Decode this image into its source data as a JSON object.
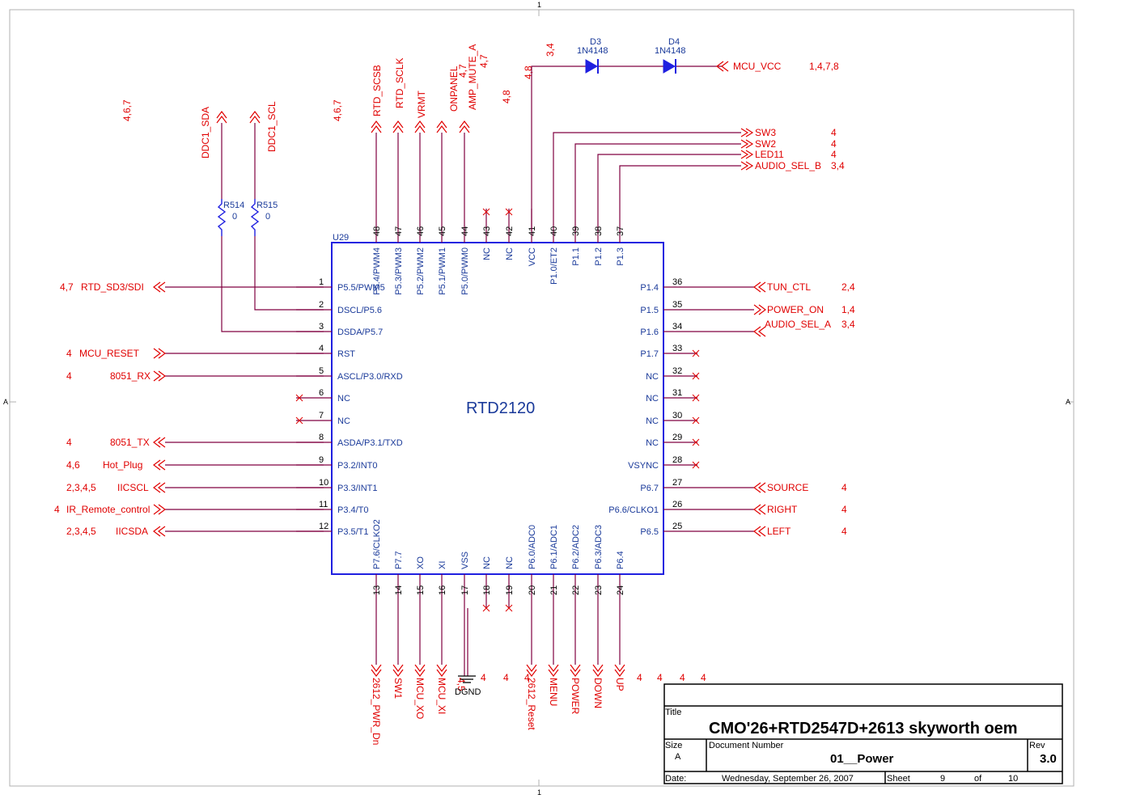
{
  "border": {
    "top_label": "1",
    "bottom_label": "1",
    "left_label": "A",
    "right_label": "A"
  },
  "chip": {
    "ref": "U29",
    "name": "RTD2120",
    "left_pins": [
      {
        "num": "1",
        "label": "P5.5/PWM5"
      },
      {
        "num": "2",
        "label": "DSCL/P5.6"
      },
      {
        "num": "3",
        "label": "DSDA/P5.7"
      },
      {
        "num": "4",
        "label": "RST"
      },
      {
        "num": "5",
        "label": "ASCL/P3.0/RXD"
      },
      {
        "num": "6",
        "label": "NC"
      },
      {
        "num": "7",
        "label": "NC"
      },
      {
        "num": "8",
        "label": "ASDA/P3.1/TXD"
      },
      {
        "num": "9",
        "label": "P3.2/INT0"
      },
      {
        "num": "10",
        "label": "P3.3/INT1"
      },
      {
        "num": "11",
        "label": "P3.4/T0"
      },
      {
        "num": "12",
        "label": "P3.5/T1"
      }
    ],
    "right_pins": [
      {
        "num": "36",
        "label": "P1.4"
      },
      {
        "num": "35",
        "label": "P1.5"
      },
      {
        "num": "34",
        "label": "P1.6"
      },
      {
        "num": "33",
        "label": "P1.7"
      },
      {
        "num": "32",
        "label": "NC"
      },
      {
        "num": "31",
        "label": "NC"
      },
      {
        "num": "30",
        "label": "NC"
      },
      {
        "num": "29",
        "label": "NC"
      },
      {
        "num": "28",
        "label": "VSYNC"
      },
      {
        "num": "27",
        "label": "P6.7"
      },
      {
        "num": "26",
        "label": "P6.6/CLKO1"
      },
      {
        "num": "25",
        "label": "P6.5"
      }
    ],
    "top_pins": [
      {
        "num": "48",
        "label": "P5.4/PWM4"
      },
      {
        "num": "47",
        "label": "P5.3/PWM3"
      },
      {
        "num": "46",
        "label": "P5.2/PWM2"
      },
      {
        "num": "45",
        "label": "P5.1/PWM1"
      },
      {
        "num": "44",
        "label": "P5.0/PWM0"
      },
      {
        "num": "43",
        "label": "NC"
      },
      {
        "num": "42",
        "label": "NC"
      },
      {
        "num": "41",
        "label": "VCC"
      },
      {
        "num": "40",
        "label": "P1.0/ET2"
      },
      {
        "num": "39",
        "label": "P1.1"
      },
      {
        "num": "38",
        "label": "P1.2"
      },
      {
        "num": "37",
        "label": "P1.3"
      }
    ],
    "bottom_pins": [
      {
        "num": "13",
        "label": "P7.6/CLKO2"
      },
      {
        "num": "14",
        "label": "P7.7"
      },
      {
        "num": "15",
        "label": "XO"
      },
      {
        "num": "16",
        "label": "XI"
      },
      {
        "num": "17",
        "label": "VSS"
      },
      {
        "num": "18",
        "label": "NC"
      },
      {
        "num": "19",
        "label": "NC"
      },
      {
        "num": "20",
        "label": "P6.0/ADC0"
      },
      {
        "num": "21",
        "label": "P6.1/ADC1"
      },
      {
        "num": "22",
        "label": "P6.2/ADC2"
      },
      {
        "num": "23",
        "label": "P6.3/ADC3"
      },
      {
        "num": "24",
        "label": "P6.4"
      }
    ]
  },
  "left_nets": [
    {
      "name": "RTD_SD3/SDI",
      "ref": "4,7"
    },
    {
      "name": "MCU_RESET",
      "ref": "4"
    },
    {
      "name": "8051_RX",
      "ref": "4"
    },
    {
      "name": "8051_TX",
      "ref": "4"
    },
    {
      "name": "Hot_Plug",
      "ref": "4,6"
    },
    {
      "name": "IICSCL",
      "ref": "2,3,4,5"
    },
    {
      "name": "IR_Remote_control",
      "ref": "4"
    },
    {
      "name": "IICSDA",
      "ref": "2,3,4,5"
    }
  ],
  "right_nets": [
    {
      "name": "TUN_CTL",
      "ref": "2,4"
    },
    {
      "name": "POWER_ON",
      "ref": "1,4"
    },
    {
      "name": "AUDIO_SEL_A",
      "ref": "3,4"
    },
    {
      "name": "SOURCE",
      "ref": "4"
    },
    {
      "name": "RIGHT",
      "ref": "4"
    },
    {
      "name": "LEFT",
      "ref": "4"
    }
  ],
  "top_right_nets": [
    {
      "name": "SW3",
      "ref": "4"
    },
    {
      "name": "SW2",
      "ref": "4"
    },
    {
      "name": "LED11",
      "ref": "4"
    },
    {
      "name": "AUDIO_SEL_B",
      "ref": "3,4"
    }
  ],
  "top_nets": [
    {
      "name": "RTD_SCSB"
    },
    {
      "name": "RTD_SCLK"
    },
    {
      "name": "VRMT"
    },
    {
      "name": "ONPANEL",
      "ref": "4,7"
    },
    {
      "name": "AMP_MUTE_A",
      "ref": "4,7"
    }
  ],
  "top_refs": {
    "ddc": "4,6,7",
    "rtd": "4,6,7",
    "amp": "4,8",
    "vcc": "4,8",
    "d3": "3,4"
  },
  "ddc_nets": [
    "DDC1_SDA",
    "DDC1_SCL"
  ],
  "resistors": [
    {
      "ref": "R514",
      "value": "0"
    },
    {
      "ref": "R515",
      "value": "0"
    }
  ],
  "diodes": [
    {
      "ref": "D3",
      "part": "1N4148"
    },
    {
      "ref": "D4",
      "part": "1N4148"
    }
  ],
  "mcu_vcc": {
    "name": "MCU_VCC",
    "ref": "1,4,7,8"
  },
  "bottom_nets": [
    {
      "name": "2612_PWR_Dn"
    },
    {
      "name": "SW1"
    },
    {
      "name": "MCU_XO"
    },
    {
      "name": "MCU_XI"
    },
    {
      "name": "4,5"
    },
    {
      "name": "2612_Reset"
    },
    {
      "name": "MENU"
    },
    {
      "name": "POWER"
    },
    {
      "name": "DOWN"
    },
    {
      "name": "UP"
    }
  ],
  "bottom_refs": [
    "4",
    "4",
    "4",
    "4",
    "4",
    "4",
    "4"
  ],
  "ground": "DGND",
  "title_block": {
    "title_label": "Title",
    "title": "CMO'26+RTD2547D+2613 skyworth oem",
    "size_label": "Size",
    "size": "A",
    "docnum_label": "Document Number",
    "docnum": "01__Power",
    "rev_label": "Rev",
    "rev": "3.0",
    "date_label": "Date:",
    "date": "Wednesday, September 26, 2007",
    "sheet_label": "Sheet",
    "sheet": "9",
    "of_label": "of",
    "total": "10"
  }
}
